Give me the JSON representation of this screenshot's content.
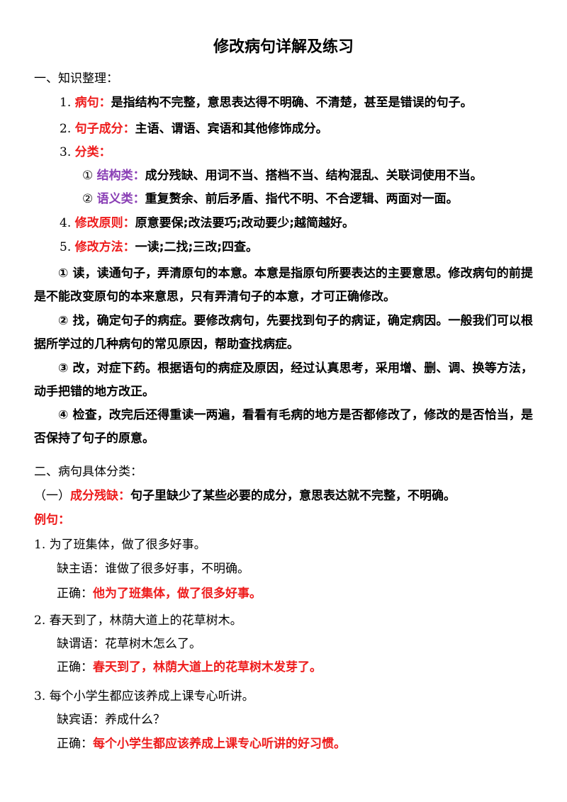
{
  "title": "修改病句详解及练习",
  "section1": {
    "heading": "一、知识整理：",
    "item1": {
      "num": "1.",
      "term": "病句：",
      "text": "是指结构不完整，意思表达得不明确、不清楚，甚至是错误的句子。"
    },
    "item2": {
      "num": "2.",
      "term": "句子成分：",
      "text": "主语、谓语、宾语和其他修饰成分。"
    },
    "item3": {
      "num": "3.",
      "term": "分类："
    },
    "cat1": {
      "mark": "①",
      "term": "结构类：",
      "text": "成分残缺、用词不当、搭档不当、结构混乱、关联词使用不当。"
    },
    "cat2": {
      "mark": "②",
      "term": "语义类：",
      "text": "重复赘余、前后矛盾、指代不明、不合逻辑、两面对一面。"
    },
    "item4": {
      "num": "4.",
      "term": "修改原则：",
      "text": "原意要保;改法要巧;改动要少;越简越好。"
    },
    "item5": {
      "num": "5.",
      "term": "修改方法：",
      "text": "一读;二找;三改;四查。"
    },
    "para1": "① 读，读通句子，弄清原句的本意。本意是指原句所要表达的主要意思。修改病句的前提是不能改变原句的本来意思，只有弄清句子的本意，才可正确修改。",
    "para2": "② 找，确定句子的病症。要修改病句，先要找到句子的病证，确定病因。一般我们可以根据所学过的几种病句的常见原因，帮助查找病症。",
    "para3": "③ 改，对症下药。根据语句的病症及原因，经过认真思考，采用增、删、调、换等方法，动手把错的地方改正。",
    "para4": "④ 检查，改完后还得重读一两遍，看看有毛病的地方是否都修改了，修改的是否恰当，是否保持了句子的原意。"
  },
  "section2": {
    "heading": "二、病句具体分类：",
    "sub1": {
      "prefix": "（一）",
      "term": "成分残缺：",
      "text": "句子里缺少了某些必要的成分，意思表达就不完整，不明确。"
    },
    "example_label": "例句：",
    "examples": [
      {
        "num": "1.",
        "sentence": "为了班集体，做了很多好事。",
        "issue": "缺主语：谁做了很多好事，不明确。",
        "fix_label": "正确：",
        "fix": "他为了班集体，做了很多好事。"
      },
      {
        "num": "2.",
        "sentence": "春天到了，林荫大道上的花草树木。",
        "issue": "缺谓语：花草树木怎么了。",
        "fix_label": "正确：",
        "fix": "春天到了，林荫大道上的花草树木发芽了。"
      },
      {
        "num": "3.",
        "sentence": "每个小学生都应该养成上课专心听讲。",
        "issue": "缺宾语：养成什么？",
        "fix_label": "正确：",
        "fix": "每个小学生都应该养成上课专心听讲的好习惯。"
      }
    ]
  }
}
